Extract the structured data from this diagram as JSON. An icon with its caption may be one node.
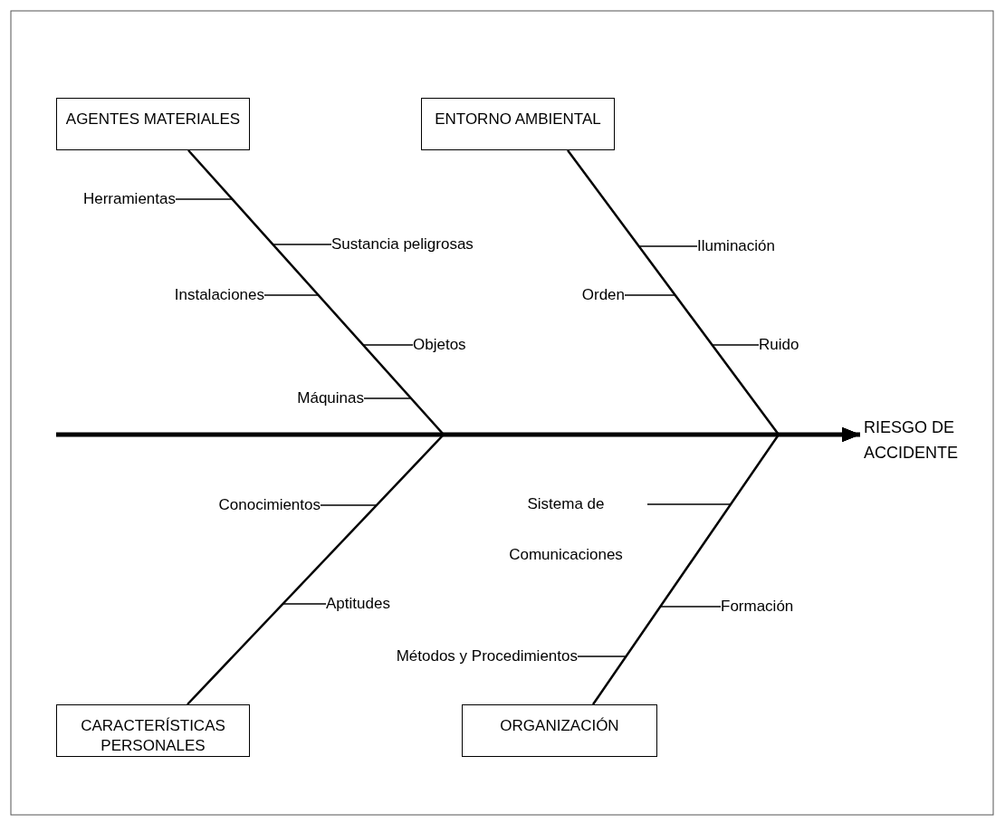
{
  "diagram": {
    "nodes": [
      {
        "text": [
          "AGENTES MATERIALES"
        ]
      },
      {
        "text": [
          "ENTORNO  AMBIENTAL"
        ]
      },
      {
        "text": [
          "Herramientas"
        ]
      },
      {
        "text": [
          "Sustancia peligrosas"
        ]
      },
      {
        "text": [
          "Iluminación"
        ]
      },
      {
        "text": [
          "Instalaciones"
        ]
      },
      {
        "text": [
          "Orden"
        ]
      },
      {
        "text": [
          "Objetos"
        ]
      },
      {
        "text": [
          "Ruido"
        ]
      },
      {
        "text": [
          "Máquinas"
        ]
      },
      {
        "text": [
          "RIESGO DE ACCIDENTE"
        ]
      },
      {
        "text": [
          "Conocimientos"
        ]
      },
      {
        "text": [
          "Sistema de Comunicaciones"
        ]
      },
      {
        "text": [
          "Aptitudes"
        ]
      },
      {
        "text": [
          "Formación"
        ]
      },
      {
        "text": [
          "Métodos y Procedimientos"
        ]
      },
      {
        "text": [
          "CARACTERÍSTICAS PERSONALES"
        ]
      },
      {
        "text": [
          "ORGANIZACIÓN"
        ]
      }
    ],
    "edges": [
      {
        "from": null,
        "to": 10,
        "arrow": "to",
        "style": "thick"
      },
      {
        "from": 0,
        "to": 10,
        "arrow": "to"
      },
      {
        "from": 16,
        "to": 10,
        "arrow": "to"
      },
      {
        "from": 1,
        "to": 10,
        "arrow": "to"
      },
      {
        "from": 17,
        "to": 10,
        "arrow": "to"
      },
      {
        "from": 2,
        "to": null,
        "arrow": "none"
      },
      {
        "from": 3,
        "to": null,
        "arrow": "none"
      },
      {
        "from": 5,
        "to": null,
        "arrow": "none"
      },
      {
        "from": 7,
        "to": null,
        "arrow": "none"
      },
      {
        "from": 9,
        "to": null,
        "arrow": "none"
      },
      {
        "from": 4,
        "to": null,
        "arrow": "none"
      },
      {
        "from": 6,
        "to": null,
        "arrow": "none"
      },
      {
        "from": 8,
        "to": null,
        "arrow": "none"
      },
      {
        "from": 11,
        "to": null,
        "arrow": "none"
      },
      {
        "from": 13,
        "to": null,
        "arrow": "none"
      },
      {
        "from": 12,
        "to": null,
        "arrow": "none"
      },
      {
        "from": 14,
        "to": null,
        "arrow": "none"
      },
      {
        "from": 15,
        "to": null,
        "arrow": "none"
      }
    ]
  }
}
